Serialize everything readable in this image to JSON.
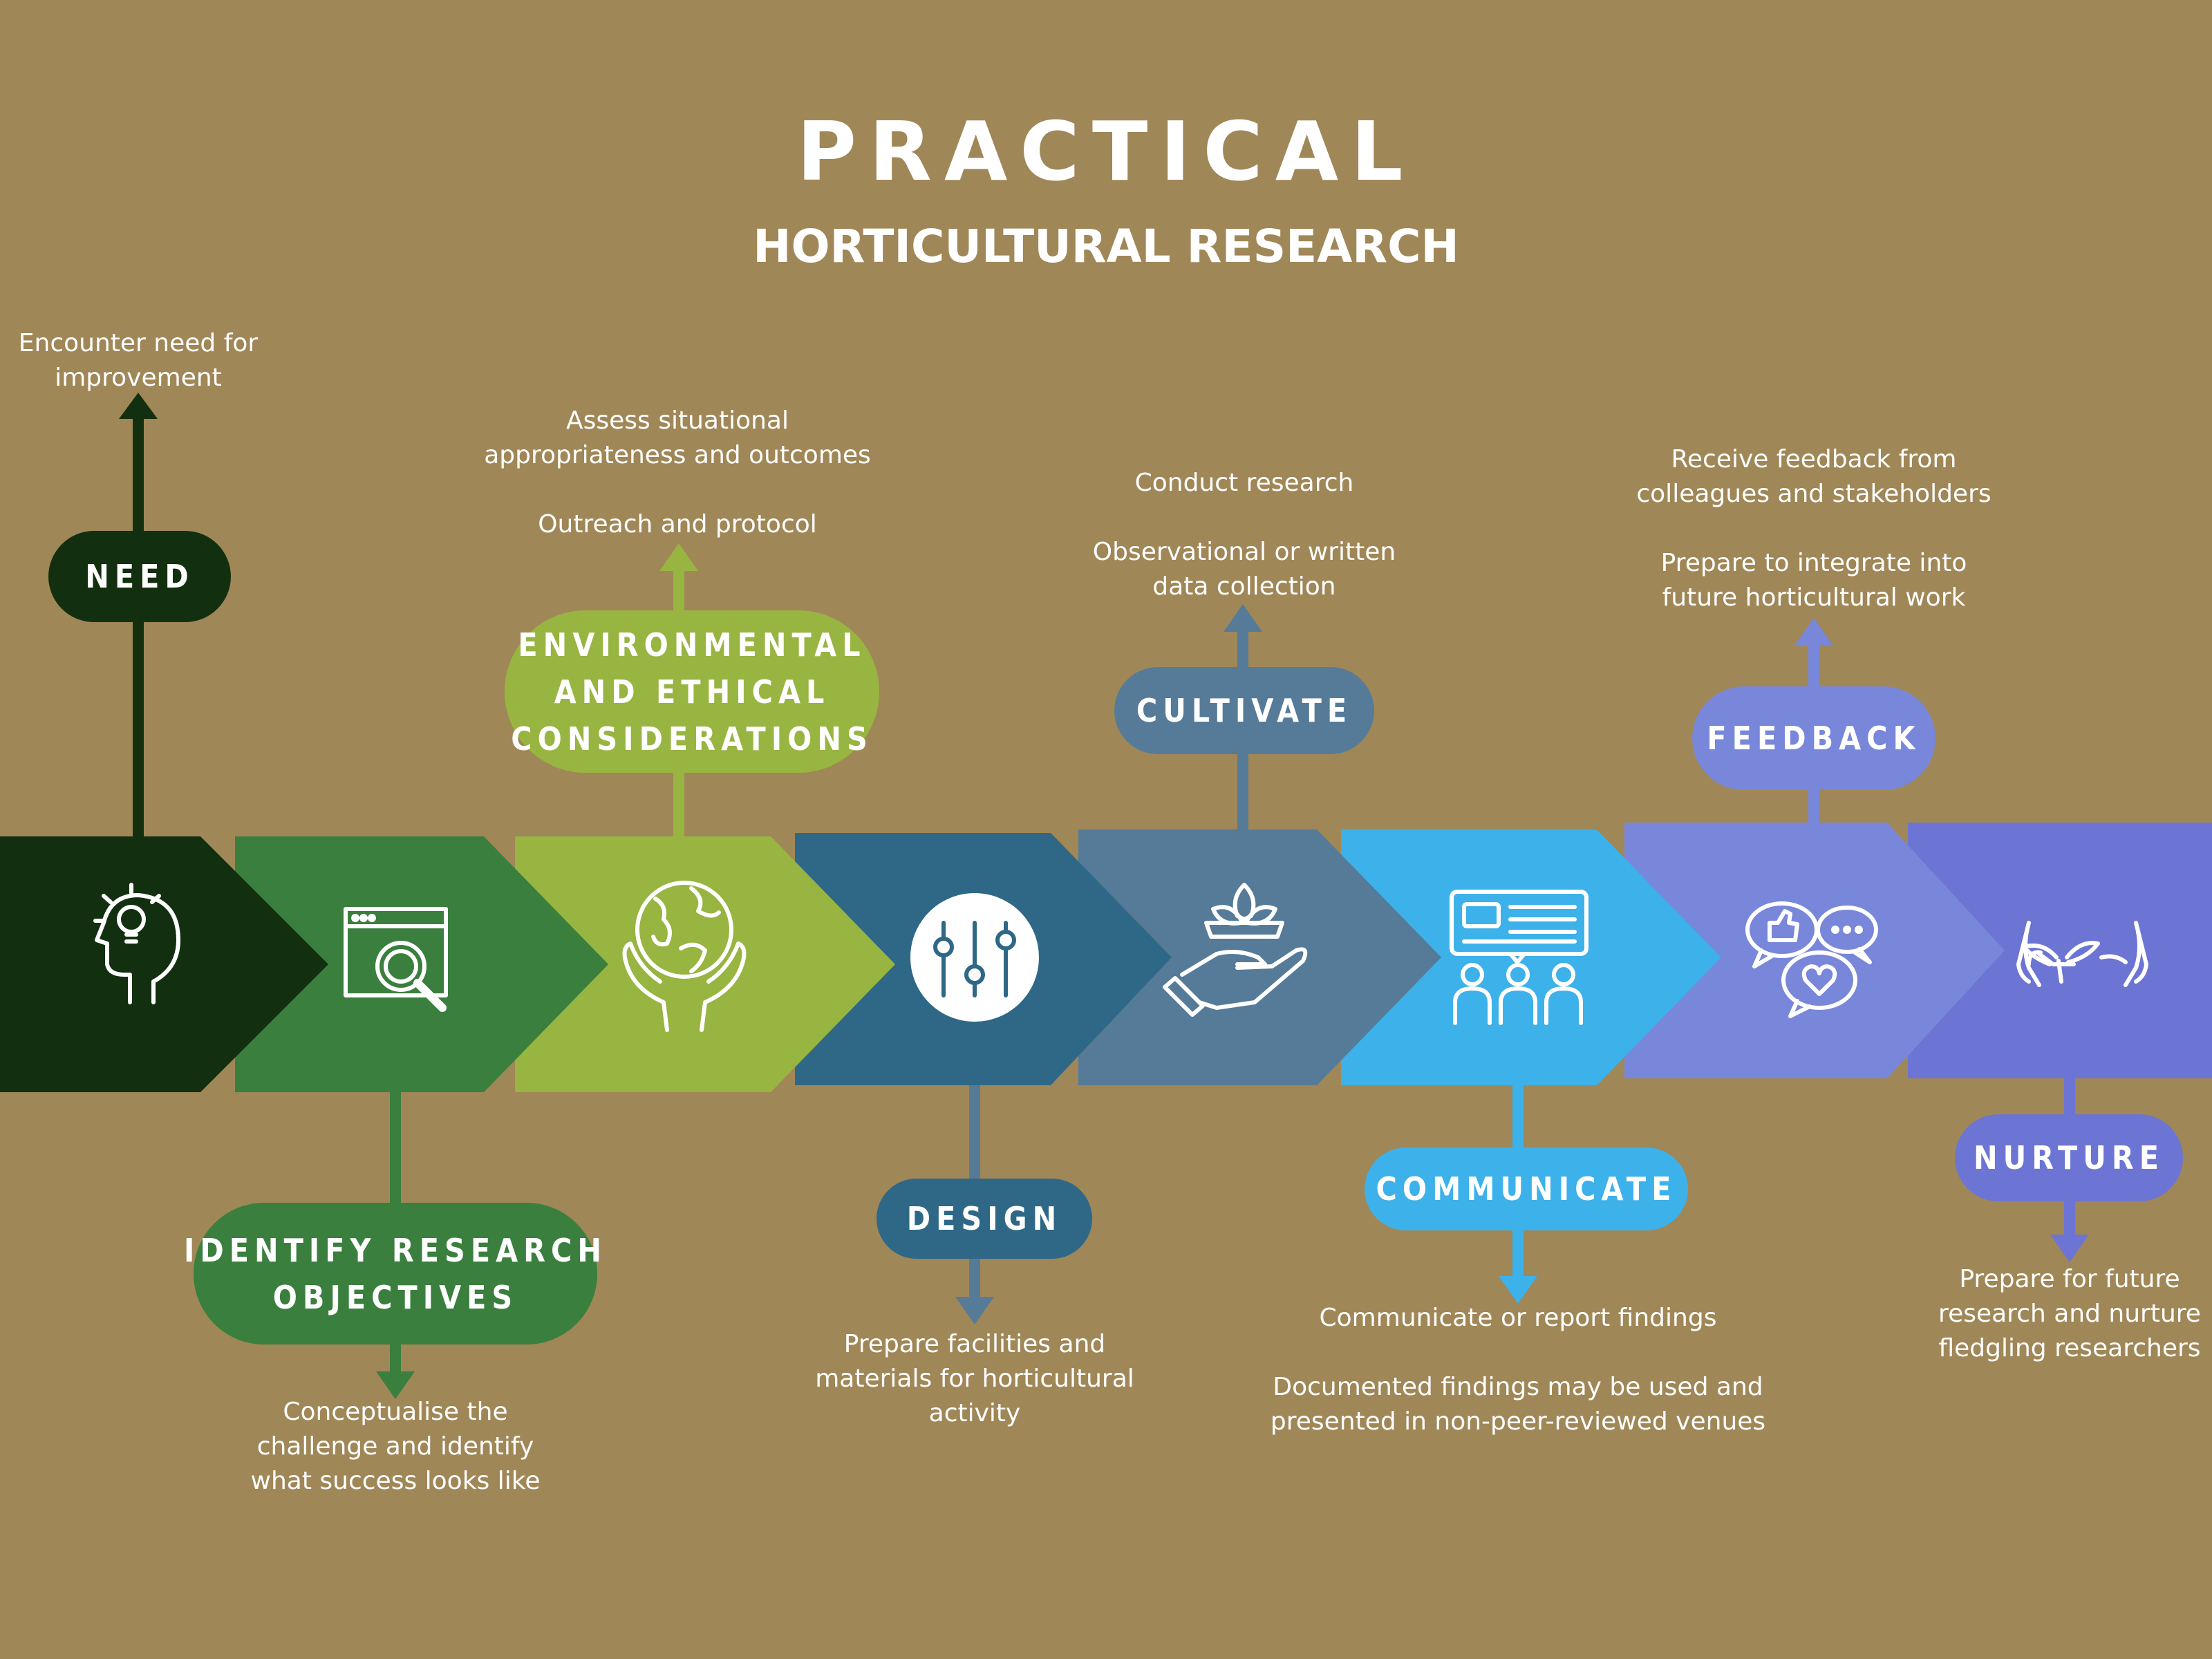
{
  "title": "PRACTICAL",
  "subtitle": "HORTICULTURAL RESEARCH",
  "colors": {
    "background": "#A08757",
    "need": "#12300F",
    "identify": "#3A7F3E",
    "environmental": "#98B441",
    "design": "#2E6886",
    "cultivate": "#557B98",
    "communicate": "#3DB1E9",
    "feedback": "#7887D9",
    "nurture": "#6C75D3",
    "text": "#FFFFFF"
  },
  "steps": [
    {
      "id": "need",
      "label_lines": [
        "NEED"
      ],
      "icon": "lightbulb-head-icon",
      "desc_lines": [
        "Encounter need for",
        "improvement"
      ]
    },
    {
      "id": "identify",
      "label_lines": [
        "IDENTIFY RESEARCH",
        "OBJECTIVES"
      ],
      "icon": "magnifier-window-icon",
      "desc_lines": [
        "Conceptualise the",
        "challenge and identify",
        "what success looks like"
      ]
    },
    {
      "id": "environmental",
      "label_lines": [
        "ENVIRONMENTAL",
        "AND ETHICAL",
        "CONSIDERATIONS"
      ],
      "icon": "globe-hands-icon",
      "desc_lines": [
        "Assess situational",
        "appropriateness and outcomes",
        "",
        "Outreach and protocol"
      ]
    },
    {
      "id": "design",
      "label_lines": [
        "DESIGN"
      ],
      "icon": "sliders-icon",
      "desc_lines": [
        "Prepare facilities and",
        "materials for horticultural",
        "activity"
      ]
    },
    {
      "id": "cultivate",
      "label_lines": [
        "CULTIVATE"
      ],
      "icon": "hand-plant-icon",
      "desc_lines": [
        "Conduct research",
        "",
        "Observational or written",
        "data collection"
      ]
    },
    {
      "id": "communicate",
      "label_lines": [
        "COMMUNICATE"
      ],
      "icon": "presentation-audience-icon",
      "desc_lines": [
        "Communicate or report findings",
        "",
        "Documented findings may be used and",
        "presented in non-peer-reviewed venues"
      ]
    },
    {
      "id": "feedback",
      "label_lines": [
        "FEEDBACK"
      ],
      "icon": "speech-bubbles-icon",
      "desc_lines": [
        "Receive feedback from",
        "colleagues and stakeholders",
        "",
        "Prepare to integrate into",
        "future horticultural work"
      ]
    },
    {
      "id": "nurture",
      "label_lines": [
        "NURTURE"
      ],
      "icon": "hands-sprout-icon",
      "desc_lines": [
        "Prepare for future",
        "research and nurture",
        "fledgling researchers"
      ]
    }
  ]
}
